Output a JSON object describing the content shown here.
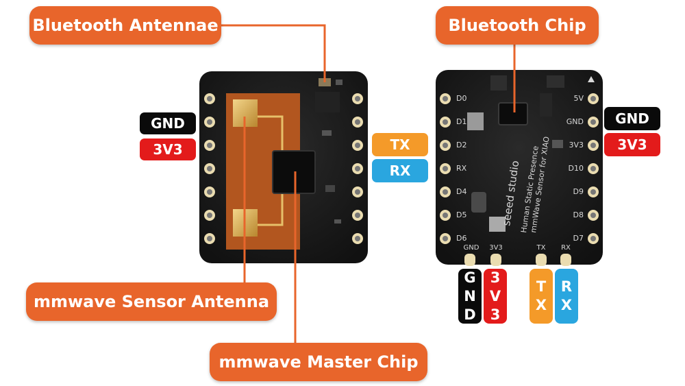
{
  "callouts": {
    "bluetooth_antennae": "Bluetooth Antennae",
    "bluetooth_chip": "Bluetooth Chip",
    "sensor_antenna": "mmwave Sensor Antenna",
    "master_chip": "mmwave Master Chip"
  },
  "left_board_pins": {
    "gnd": "GND",
    "v3v3": "3V3"
  },
  "middle_pins": {
    "tx": "TX",
    "rx": "RX"
  },
  "right_board_pins": {
    "gnd": "GND",
    "v3v3": "3V3"
  },
  "bottom_pins": {
    "gnd": [
      "G",
      "N",
      "D"
    ],
    "v3v3": [
      "3",
      "V",
      "3"
    ],
    "tx": [
      "T",
      "X"
    ],
    "rx": [
      "R",
      "X"
    ]
  },
  "silkscreen": {
    "left_col": [
      "D0",
      "D1",
      "D2",
      "RX",
      "D4",
      "D5",
      "D6"
    ],
    "right_col": [
      "5V",
      "GND",
      "3V3",
      "D10",
      "D9",
      "D8",
      "D7"
    ],
    "bottom": [
      "GND",
      "3V3",
      "TX",
      "RX"
    ],
    "brand": "seeed studio",
    "product_line1": "Human Static Presence",
    "product_line2": "mmWave Sensor for XIAO"
  },
  "colors": {
    "callout": "#e8652b",
    "gnd": "#0a0a0a",
    "power": "#e31b1b",
    "tx": "#f49a29",
    "rx": "#2aa6df",
    "pcb": "#1b1b1b",
    "pad": "#d9b24a"
  }
}
